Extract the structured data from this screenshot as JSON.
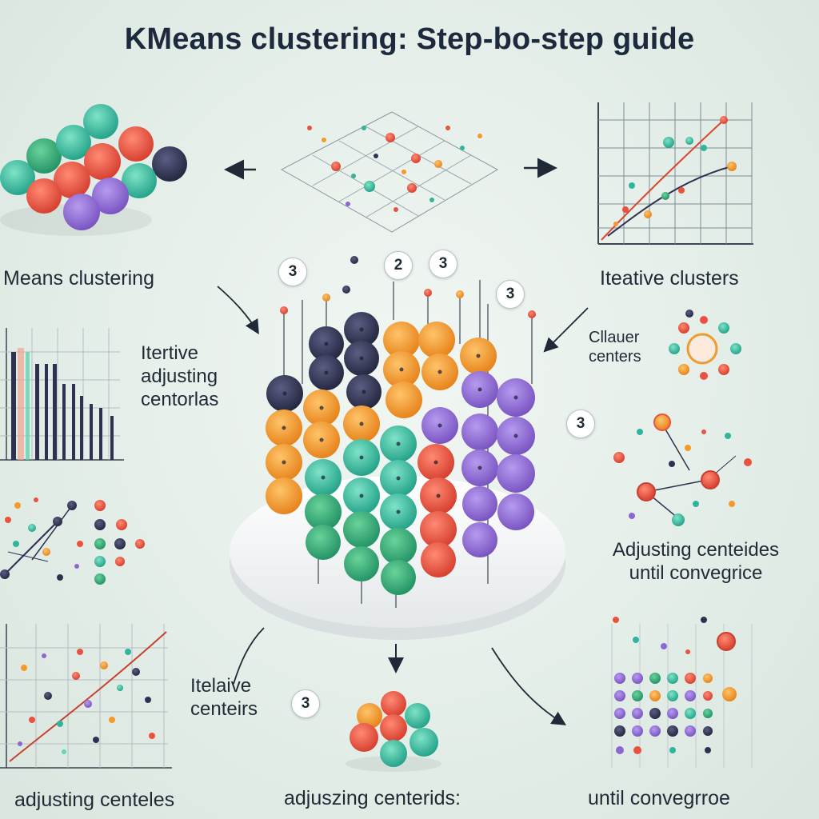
{
  "title": "KMeans clustering: Step-bo-step guide",
  "labels": {
    "top_left_caption": "Means clustering",
    "top_right_caption": "Iteative clusters",
    "mid_left_caption": [
      "Itertive",
      "adjusting",
      "centorlas"
    ],
    "right_centers_caption": [
      "Cllauer",
      "centers"
    ],
    "right_mid_caption": [
      "Adjusting centeides",
      "until convegrice"
    ],
    "bottom_left_center_caption": [
      "Itelaive",
      "centeirs"
    ],
    "bottom_left_caption": "adjusting centeles",
    "bottom_center_caption": "adjuszing centerids:",
    "bottom_right_caption": "until convegrroe"
  },
  "badges": {
    "b1": "3",
    "b2": "2",
    "b3": "3",
    "b4": "3",
    "b5": "3",
    "b6": "3"
  },
  "colors": {
    "teal": "#2fb59a",
    "mint": "#5fd6b4",
    "orange": "#f39a2a",
    "red": "#e8523f",
    "purple": "#8c67d2",
    "navy": "#2e3150",
    "grid": "#9aa7ae"
  },
  "icons": [
    "left-arrow-icon",
    "right-arrow-icon",
    "down-arrow-icon",
    "curved-arrow-icon"
  ]
}
